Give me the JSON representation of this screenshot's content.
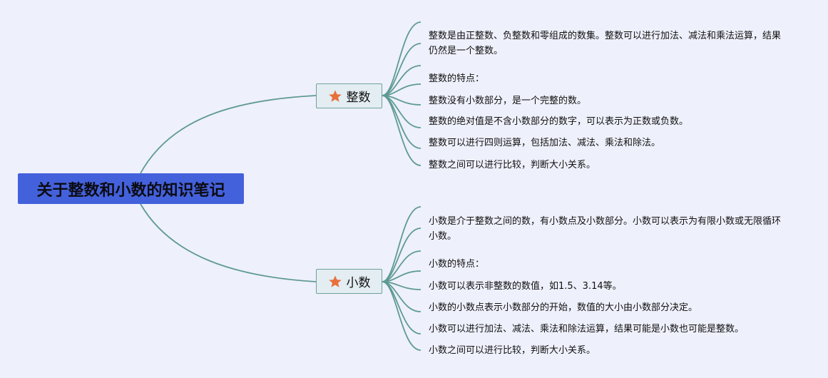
{
  "root": {
    "title": "关于整数和小数的知识笔记"
  },
  "branches": [
    {
      "label": "整数",
      "icon": "star-icon",
      "items": [
        "整数是由正整数、负整数和零组成的数集。整数可以进行加法、减法和乘法运算，结果仍然是一个整数。",
        "整数的特点：",
        "整数没有小数部分，是一个完整的数。",
        "整数的绝对值是不含小数部分的数字，可以表示为正数或负数。",
        "整数可以进行四则运算，包括加法、减法、乘法和除法。",
        "整数之间可以进行比较，判断大小关系。"
      ]
    },
    {
      "label": "小数",
      "icon": "star-icon",
      "items": [
        "小数是介于整数之间的数，有小数点及小数部分。小数可以表示为有限小数或无限循环小数。",
        "小数的特点：",
        "小数可以表示非整数的数值，如1.5、3.14等。",
        "小数的小数点表示小数部分的开始，数值的大小由小数部分决定。",
        "小数可以进行加法、减法、乘法和除法运算，结果可能是小数也可能是整数。",
        "小数之间可以进行比较，判断大小关系。"
      ]
    }
  ],
  "colors": {
    "root_bg": "#4461dc",
    "link": "#5e9a93",
    "star": "#e8703a",
    "branch_bg": "#e3edf2"
  }
}
